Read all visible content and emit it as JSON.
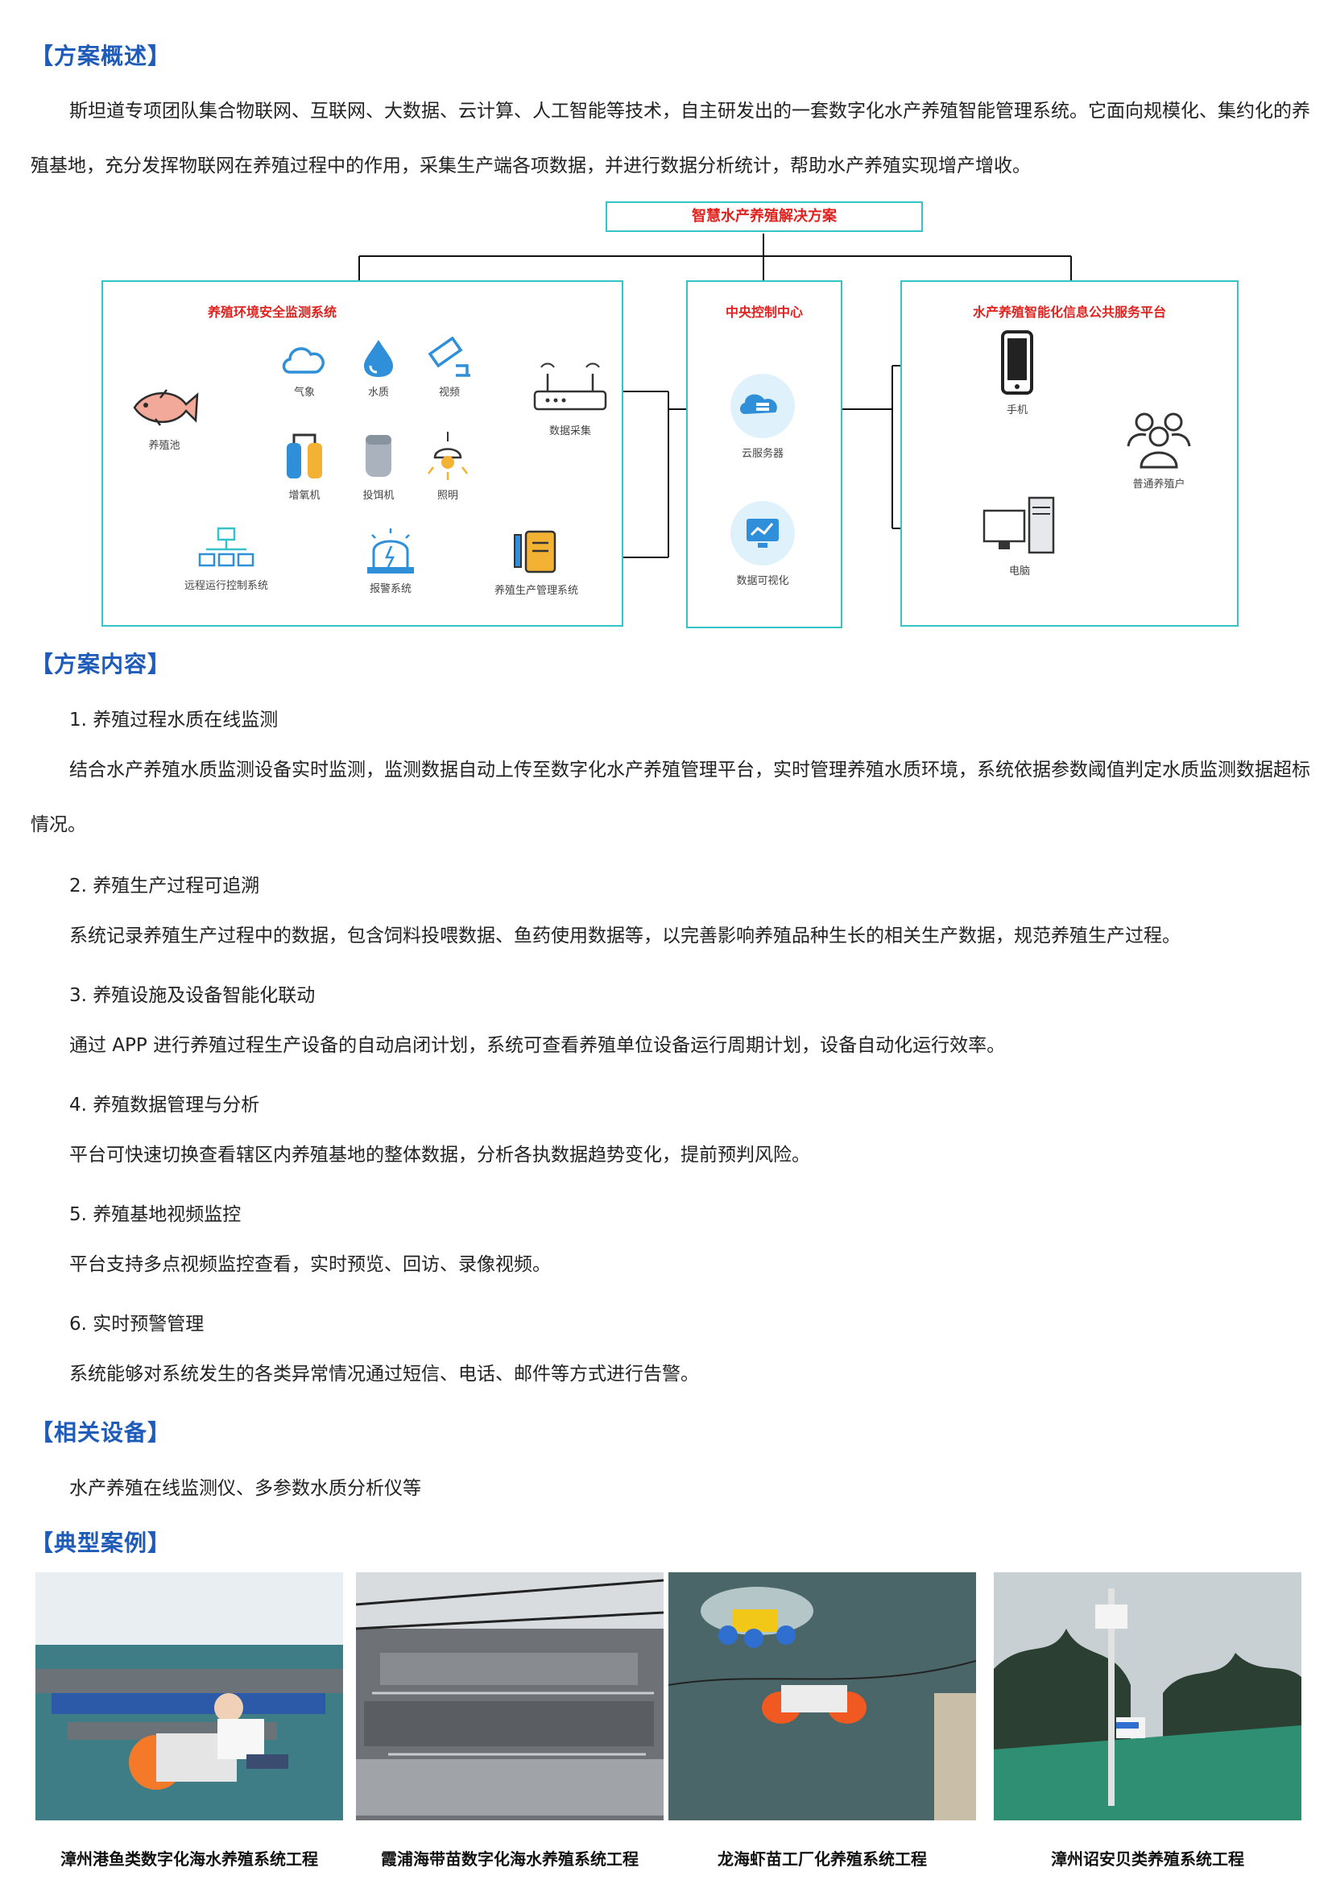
{
  "sections": {
    "overview": {
      "heading": "【方案概述】",
      "text": "斯坦道专项团队集合物联网、互联网、大数据、云计算、人工智能等技术，自主研发出的一套数字化水产养殖智能管理系统。它面向规模化、集约化的养殖基地，充分发挥物联网在养殖过程中的作用，采集生产端各项数据，并进行数据分析统计，帮助水产养殖实现增产增收。"
    },
    "content": {
      "heading": "【方案内容】",
      "items": [
        {
          "title": "1. 养殖过程水质在线监测",
          "body": "结合水产养殖水质监测设备实时监测，监测数据自动上传至数字化水产养殖管理平台，实时管理养殖水质环境，系统依据参数阈值判定水质监测数据超标情况。"
        },
        {
          "title": "2. 养殖生产过程可追溯",
          "body": "系统记录养殖生产过程中的数据，包含饲料投喂数据、鱼药使用数据等，以完善影响养殖品种生长的相关生产数据，规范养殖生产过程。"
        },
        {
          "title": "3. 养殖设施及设备智能化联动",
          "body": "通过 APP 进行养殖过程生产设备的自动启闭计划，系统可查看养殖单位设备运行周期计划，设备自动化运行效率。"
        },
        {
          "title": "4. 养殖数据管理与分析",
          "body": "平台可快速切换查看辖区内养殖基地的整体数据，分析各执数据趋势变化，提前预判风险。"
        },
        {
          "title": "5. 养殖基地视频监控",
          "body": "平台支持多点视频监控查看，实时预览、回访、录像视频。"
        },
        {
          "title": "6. 实时预警管理",
          "body": "系统能够对系统发生的各类异常情况通过短信、电话、邮件等方式进行告警。"
        }
      ]
    },
    "equipment": {
      "heading": "【相关设备】",
      "text": "水产养殖在线监测仪、多参数水质分析仪等"
    },
    "cases": {
      "heading": "【典型案例】",
      "items": [
        {
          "caption": "漳州港鱼类数字化海水养殖系统工程"
        },
        {
          "caption": "霞浦海带苗数字化海水养殖系统工程"
        },
        {
          "caption": "龙海虾苗工厂化养殖系统工程"
        },
        {
          "caption": "漳州诏安贝类养殖系统工程"
        }
      ]
    }
  },
  "diagram": {
    "title": "智慧水产养殖解决方案",
    "left_box": {
      "title": "养殖环境安全监测系统",
      "pond": "养殖池",
      "sensors": [
        "气象",
        "水质",
        "视频"
      ],
      "devices": [
        "增氧机",
        "投饵机",
        "照明"
      ],
      "gateway": "数据采集",
      "bottom": [
        "远程运行控制系统",
        "报警系统",
        "养殖生产管理系统"
      ]
    },
    "center_box": {
      "title": "中央控制中心",
      "server": "云服务器",
      "visual": "数据可视化"
    },
    "right_box": {
      "title": "水产养殖智能化信息公共服务平台",
      "phone": "手机",
      "pc": "电脑",
      "users": "普通养殖户"
    },
    "colors": {
      "accent": "#35c3c8",
      "title_red": "#e0221f",
      "icon_blue": "#2f8fd8",
      "heading_blue": "#1f5bb8"
    }
  }
}
